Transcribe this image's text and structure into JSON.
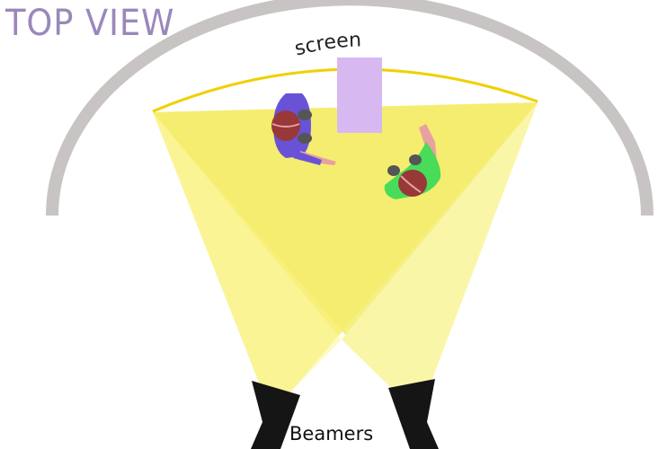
{
  "title": "TOP VIEW",
  "labels": {
    "screen": "screen",
    "beamers": "Beamers"
  },
  "colors": {
    "title": "#9a88bb",
    "screen_arc": "#c8c4c4",
    "screen_edge": "#f0d000",
    "light_main": "#f8f07a",
    "light_overlap": "#f3ea72",
    "light_right_extra": "#faf6a8",
    "projected_rectangle": "#d8b8f0",
    "beamer": "#151515",
    "person_left_shirt": "#6a52d6",
    "person_right_shirt": "#48dc58",
    "person_head": "#983838",
    "person_limb": "#e8a0a0",
    "person_feet": "#555555"
  }
}
